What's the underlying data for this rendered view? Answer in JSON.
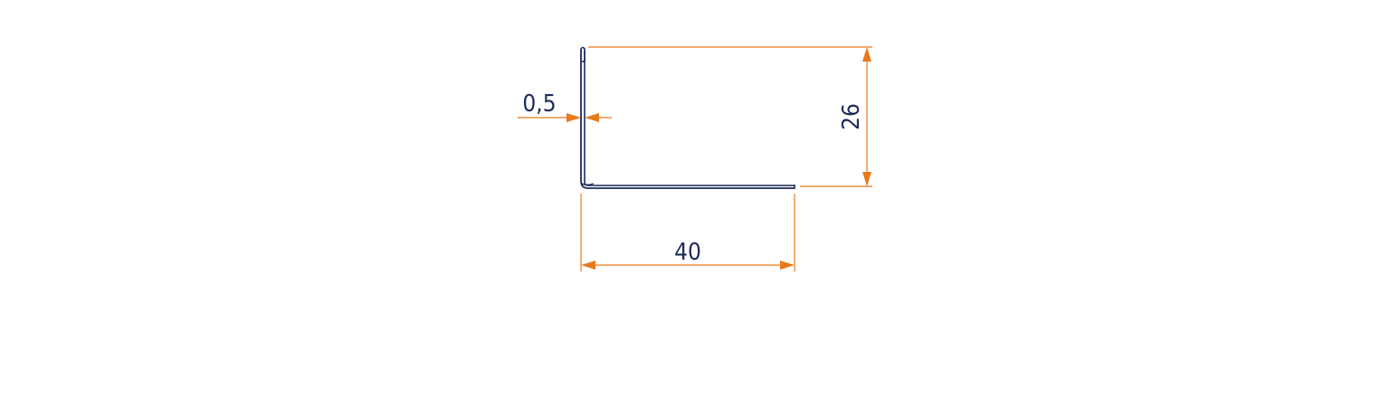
{
  "drawing": {
    "dimensions": {
      "thickness": "0,5",
      "height": "26",
      "width": "40"
    },
    "colors": {
      "profile": "#1d2b57",
      "dimension_line": "#e8791a",
      "dimension_text": "#1d2b57",
      "background": "#ffffff"
    }
  }
}
